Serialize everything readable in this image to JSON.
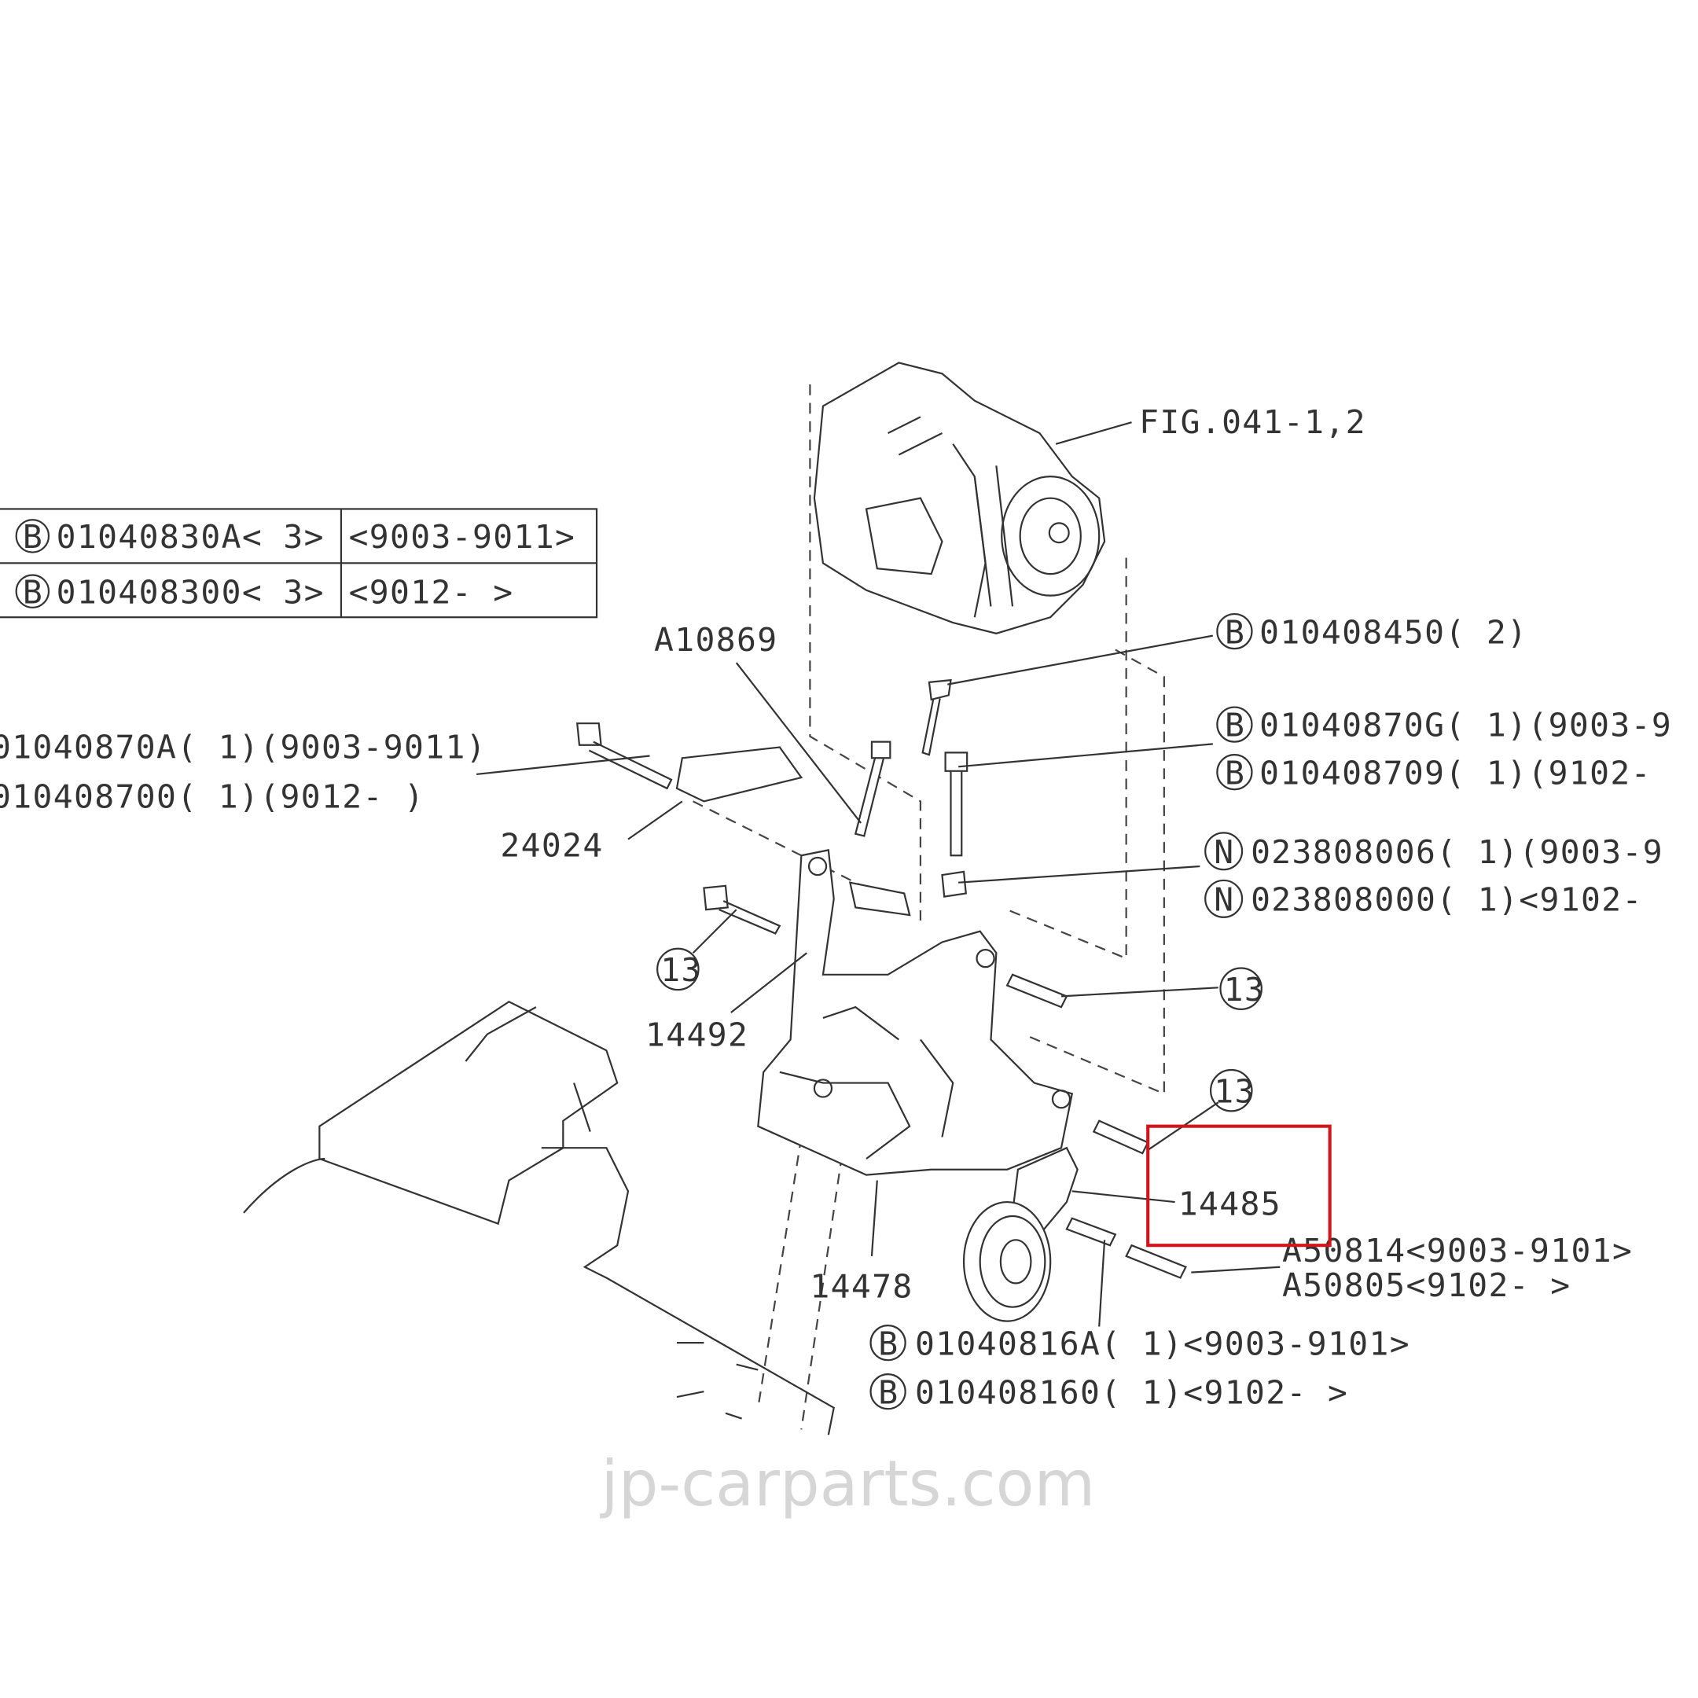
{
  "watermark": "jp-carparts.com",
  "highlight_color": "#d0161b",
  "figure_ref": "FIG.041-1,2",
  "table": {
    "rows": [
      {
        "mark": "B",
        "part": "01040830A< 3>",
        "range": "<9003-9011>"
      },
      {
        "mark": "B",
        "part": "010408300< 3>",
        "range": "<9012-      >"
      }
    ]
  },
  "labels": {
    "a10869": "A10869",
    "p24024": "24024",
    "p14492": "14492",
    "p14485": "14485",
    "p14478": "14478",
    "ref13": "13",
    "left_bolt_1": "01040870A( 1)(9003-9011)",
    "left_bolt_2": "010408700( 1)(9012-      )",
    "b_450": {
      "mark": "B",
      "text": "010408450( 2)"
    },
    "b_870g": {
      "mark": "B",
      "text": "01040870G( 1)(9003-9"
    },
    "b_709": {
      "mark": "B",
      "text": "010408709( 1)(9102-"
    },
    "n_006": {
      "mark": "N",
      "text": "023808006( 1)(9003-9"
    },
    "n_000": {
      "mark": "N",
      "text": "023808000( 1)<9102-"
    },
    "a50814": "A50814<9003-9101>",
    "a50805": "A50805<9102-      >",
    "b_816a": {
      "mark": "B",
      "text": "01040816A( 1)<9003-9101>"
    },
    "b_8160": {
      "mark": "B",
      "text": "010408160( 1)<9102-      >"
    }
  }
}
